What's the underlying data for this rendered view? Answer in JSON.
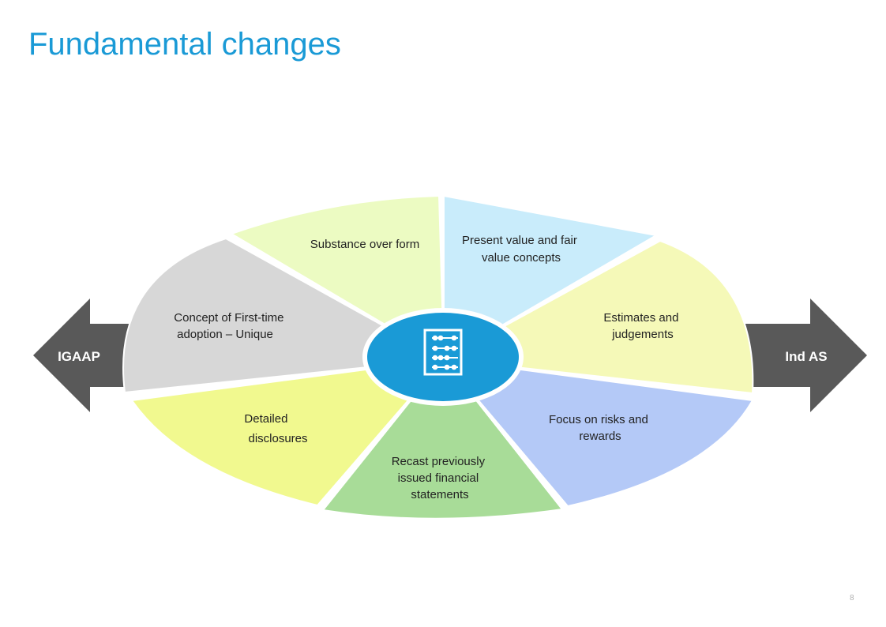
{
  "title": "Fundamental changes",
  "page_number": "8",
  "arrows": {
    "left": "IGAAP",
    "right": "Ind AS",
    "color": "#595959"
  },
  "center": {
    "icon": "abacus-icon",
    "color": "#1a9ad6"
  },
  "segments": [
    {
      "id": "present-value",
      "lines": [
        "Present value and fair",
        "value concepts"
      ],
      "color": "#c9ecfb"
    },
    {
      "id": "estimates",
      "lines": [
        "Estimates and",
        "judgements"
      ],
      "color": "#f5f9b8"
    },
    {
      "id": "risks-rewards",
      "lines": [
        "Focus on risks and",
        "rewards"
      ],
      "color": "#b4c9f7"
    },
    {
      "id": "recast",
      "lines": [
        "Recast previously",
        "issued financial",
        "statements"
      ],
      "color": "#a8dc98"
    },
    {
      "id": "disclosures",
      "lines": [
        "Detailed",
        "disclosures"
      ],
      "color": "#f1f98f"
    },
    {
      "id": "first-time",
      "lines": [
        "Concept of First-time",
        "adoption – Unique"
      ],
      "color": "#d7d7d7"
    },
    {
      "id": "substance",
      "lines": [
        "Substance over form"
      ],
      "color": "#ecfbc2"
    }
  ]
}
